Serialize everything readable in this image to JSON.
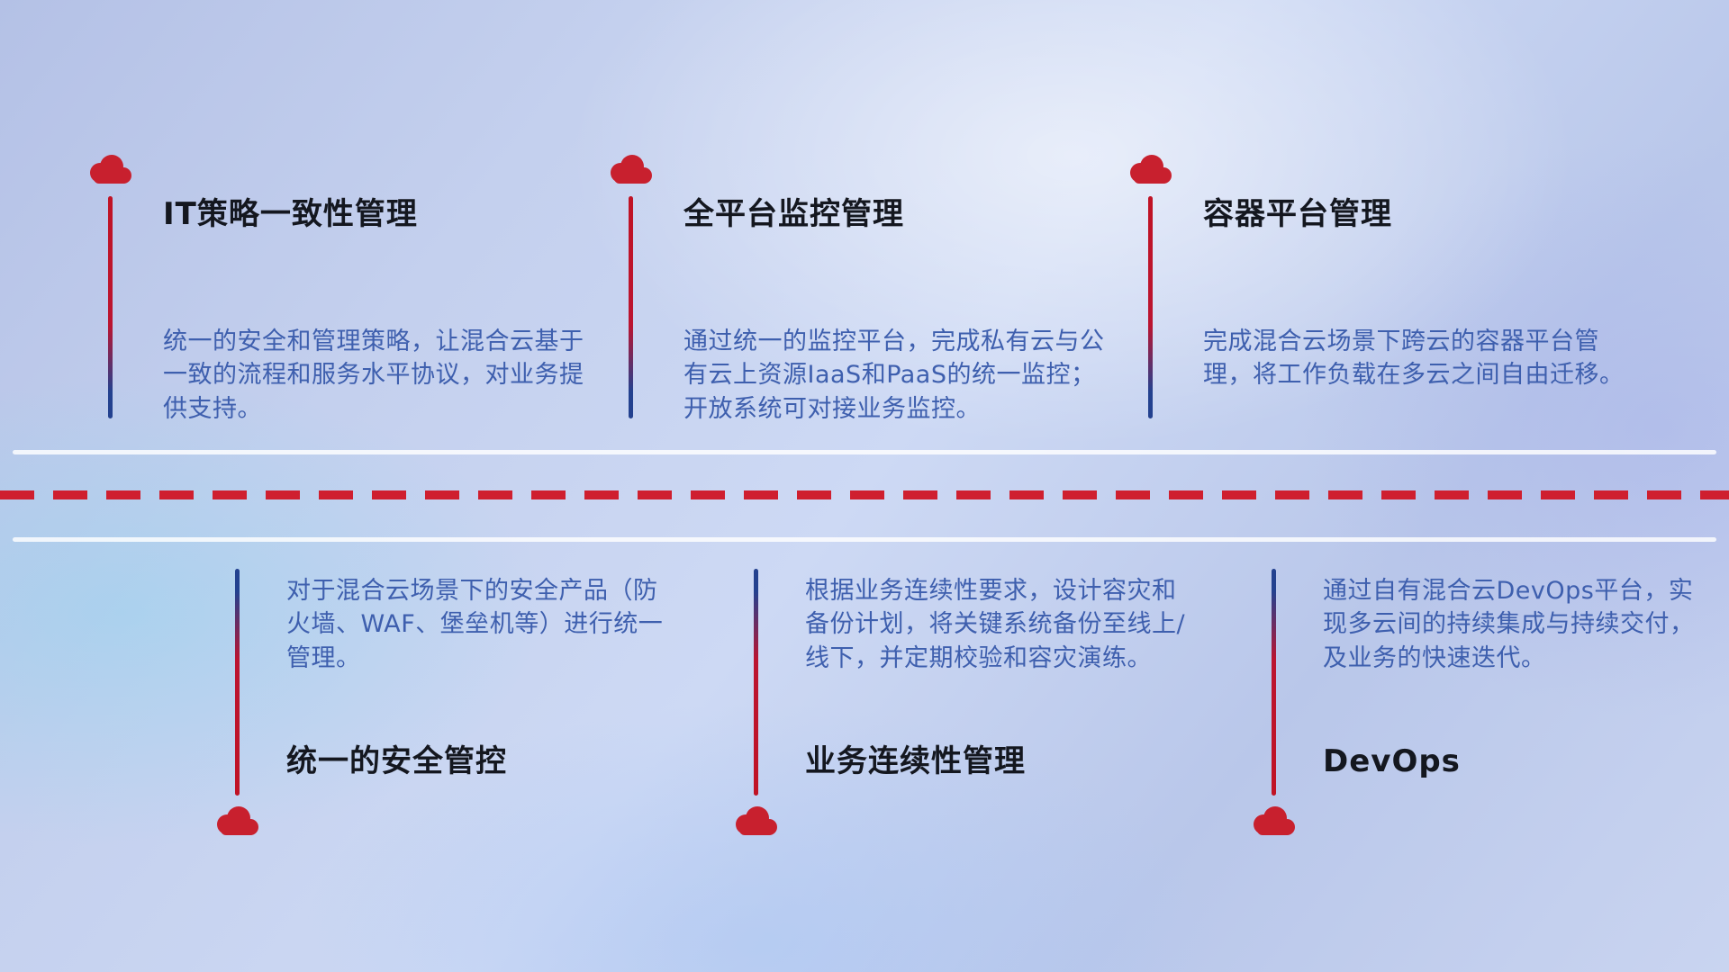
{
  "top_items": [
    {
      "title": "IT策略一致性管理",
      "description": "统一的安全和管理策略，让混合云基于一致的流程和服务水平协议，对业务提供支持。"
    },
    {
      "title": "全平台监控管理",
      "description": "通过统一的监控平台，完成私有云与公有云上资源IaaS和PaaS的统一监控；开放系统可对接业务监控。"
    },
    {
      "title": "容器平台管理",
      "description": "完成混合云场景下跨云的容器平台管理，将工作负载在多云之间自由迁移。"
    }
  ],
  "bottom_items": [
    {
      "title": "统一的安全管控",
      "description": "对于混合云场景下的安全产品（防火墙、WAF、堡垒机等）进行统一管理。"
    },
    {
      "title": "业务连续性管理",
      "description": "根据业务连续性要求，设计容灾和备份计划，将关键系统备份至线上/线下，并定期校验和容灾演练。"
    },
    {
      "title": "DevOps",
      "description": "通过自有混合云DevOps平台，实现多云间的持续集成与持续交付，及业务的快速迭代。"
    }
  ],
  "colors": {
    "accent_red": "#cf1f2f",
    "accent_blue": "#23418f",
    "title_color": "#14171f",
    "description_color": "#3e5fae"
  }
}
